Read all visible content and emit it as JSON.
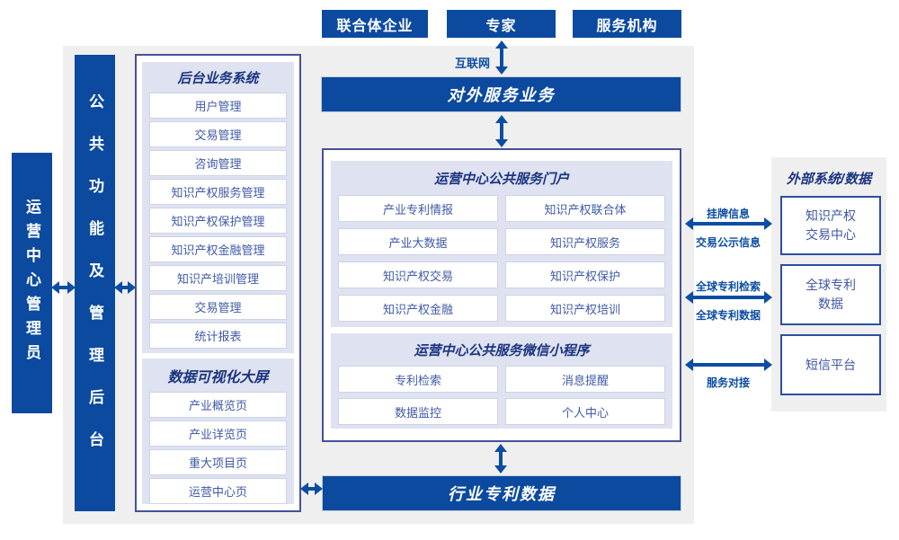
{
  "top_entities": [
    "联合体企业",
    "专家",
    "服务机构"
  ],
  "labels": {
    "internet": "互联网",
    "external_service": "对外服务业务",
    "industry_patent_data": "行业专利数据"
  },
  "left_bars": {
    "admin": "运营中心管理员",
    "backend": "公共功能及管理后台"
  },
  "backend_system": {
    "title": "后台业务系统",
    "items": [
      "用户管理",
      "交易管理",
      "咨询管理",
      "知识产权服务管理",
      "知识产权保护管理",
      "知识产权金融管理",
      "知识产培训管理",
      "交易管理",
      "统计报表"
    ]
  },
  "dashboard": {
    "title": "数据可视化大屏",
    "items": [
      "产业概览页",
      "产业详览页",
      "重大项目页",
      "运营中心页"
    ]
  },
  "portal": {
    "title": "运营中心公共服务门户",
    "items": [
      "产业专利情报",
      "知识产权联合体",
      "产业大数据",
      "知识产权服务",
      "知识产权交易",
      "知识产权保护",
      "知识产权金融",
      "知识产权培训"
    ]
  },
  "miniapp": {
    "title": "运营中心公共服务微信小程序",
    "items": [
      "专利检索",
      "消息提醒",
      "数据监控",
      "个人中心"
    ]
  },
  "external": {
    "title": "外部系统/数据",
    "systems": [
      "知识产权\n交易中心",
      "全球专利\n数据",
      "短信平台"
    ],
    "links": [
      {
        "above": "挂牌信息",
        "below": "交易公示信息"
      },
      {
        "above": "全球专利检索",
        "below": "全球专利数据"
      },
      {
        "below": "服务对接"
      }
    ]
  },
  "colors": {
    "primary_blue": "#0b4a9e",
    "arrow_blue": "#0b4da3",
    "panel_lavender": "#dee2f1",
    "background_gray": "#efeff0",
    "item_text_blue": "#3f5aa8",
    "header_navy": "#1b3480"
  }
}
